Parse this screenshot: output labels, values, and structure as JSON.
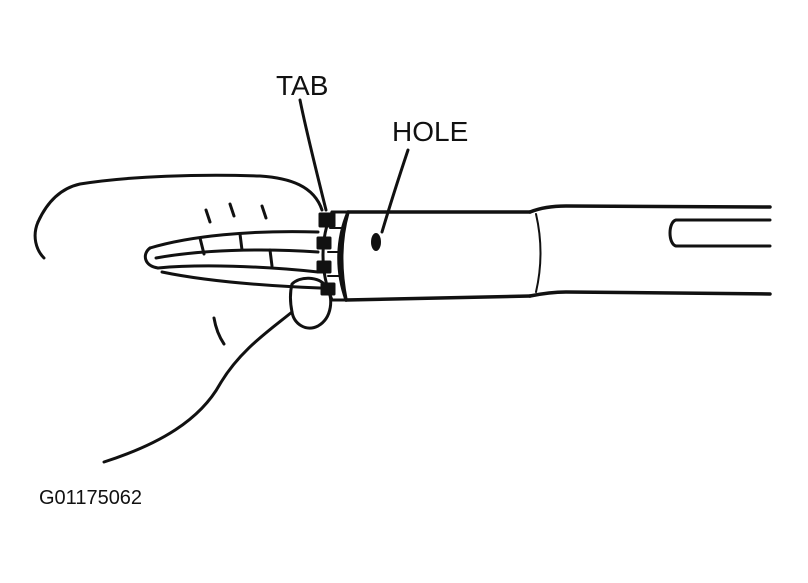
{
  "labels": {
    "tab": "TAB",
    "hole": "HOLE"
  },
  "figure_id": "G01175062",
  "colors": {
    "ink": "#111111",
    "paper": "#ffffff"
  }
}
